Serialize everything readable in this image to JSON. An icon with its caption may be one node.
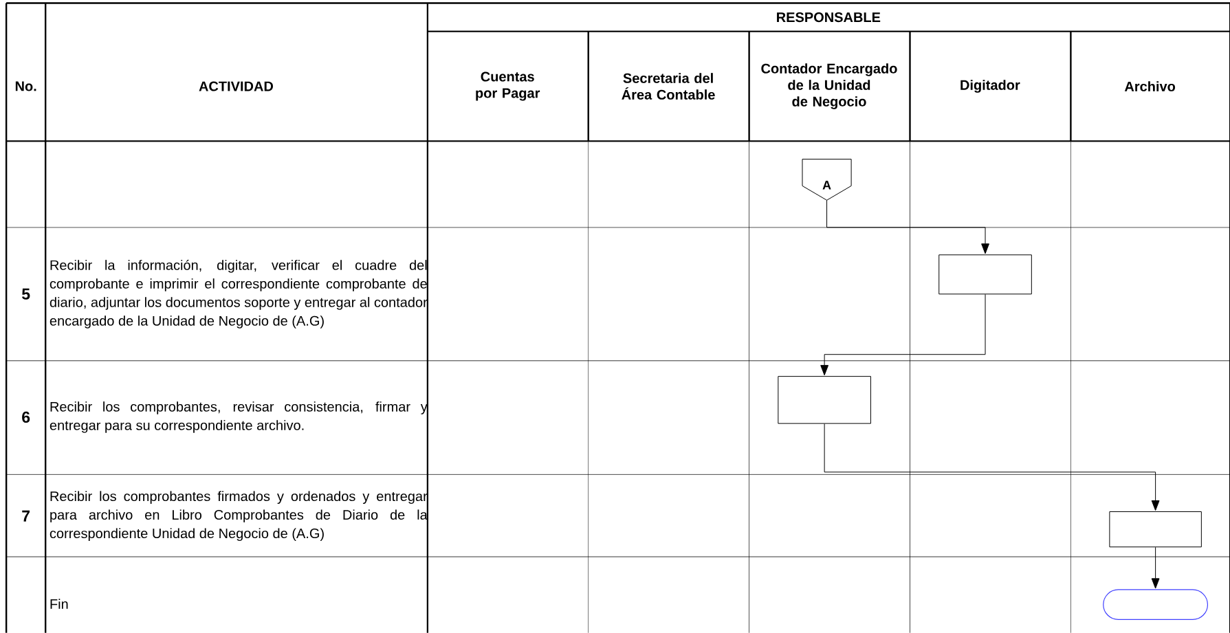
{
  "diagram": {
    "nodes": [
      {
        "text": [
          "A"
        ]
      },
      {
        "text": [],
        "shape": "box"
      },
      {
        "text": [],
        "shape": "box"
      },
      {
        "text": [],
        "shape": "box"
      },
      {
        "text": [],
        "shape": "oval"
      }
    ],
    "edges": [
      {
        "from": 0,
        "to": 1,
        "arrow": "to"
      },
      {
        "from": 1,
        "to": 2,
        "arrow": "to"
      },
      {
        "from": 2,
        "to": 3,
        "arrow": "to"
      },
      {
        "from": 3,
        "to": 4,
        "arrow": "to"
      }
    ],
    "labels": [
      "No.",
      "ACTIVIDAD",
      "RESPONSABLE",
      "Cuentas por Pagar",
      "Secretaria del Área Contable",
      "Contador Encargado de la Unidad de Negocio",
      "Digitador",
      "Archivo",
      "5",
      "Recibir la información, digitar, verificar el cuadre del comprobante e imprimir el correspondiente comprobante de diario, adjuntar los documentos soporte y entregar al contador encargado de la Unidad de Negocio de (A.G)",
      "6",
      "Recibir los comprobantes, revisar consistencia, firmar y entregar para su correspondiente archivo.",
      "7",
      "Recibir los comprobantes firmados y ordenados y entregar para archivo en Libro Comprobantes de Diario de la correspondiente Unidad de Negocio de (A.G)",
      "Fin"
    ]
  }
}
